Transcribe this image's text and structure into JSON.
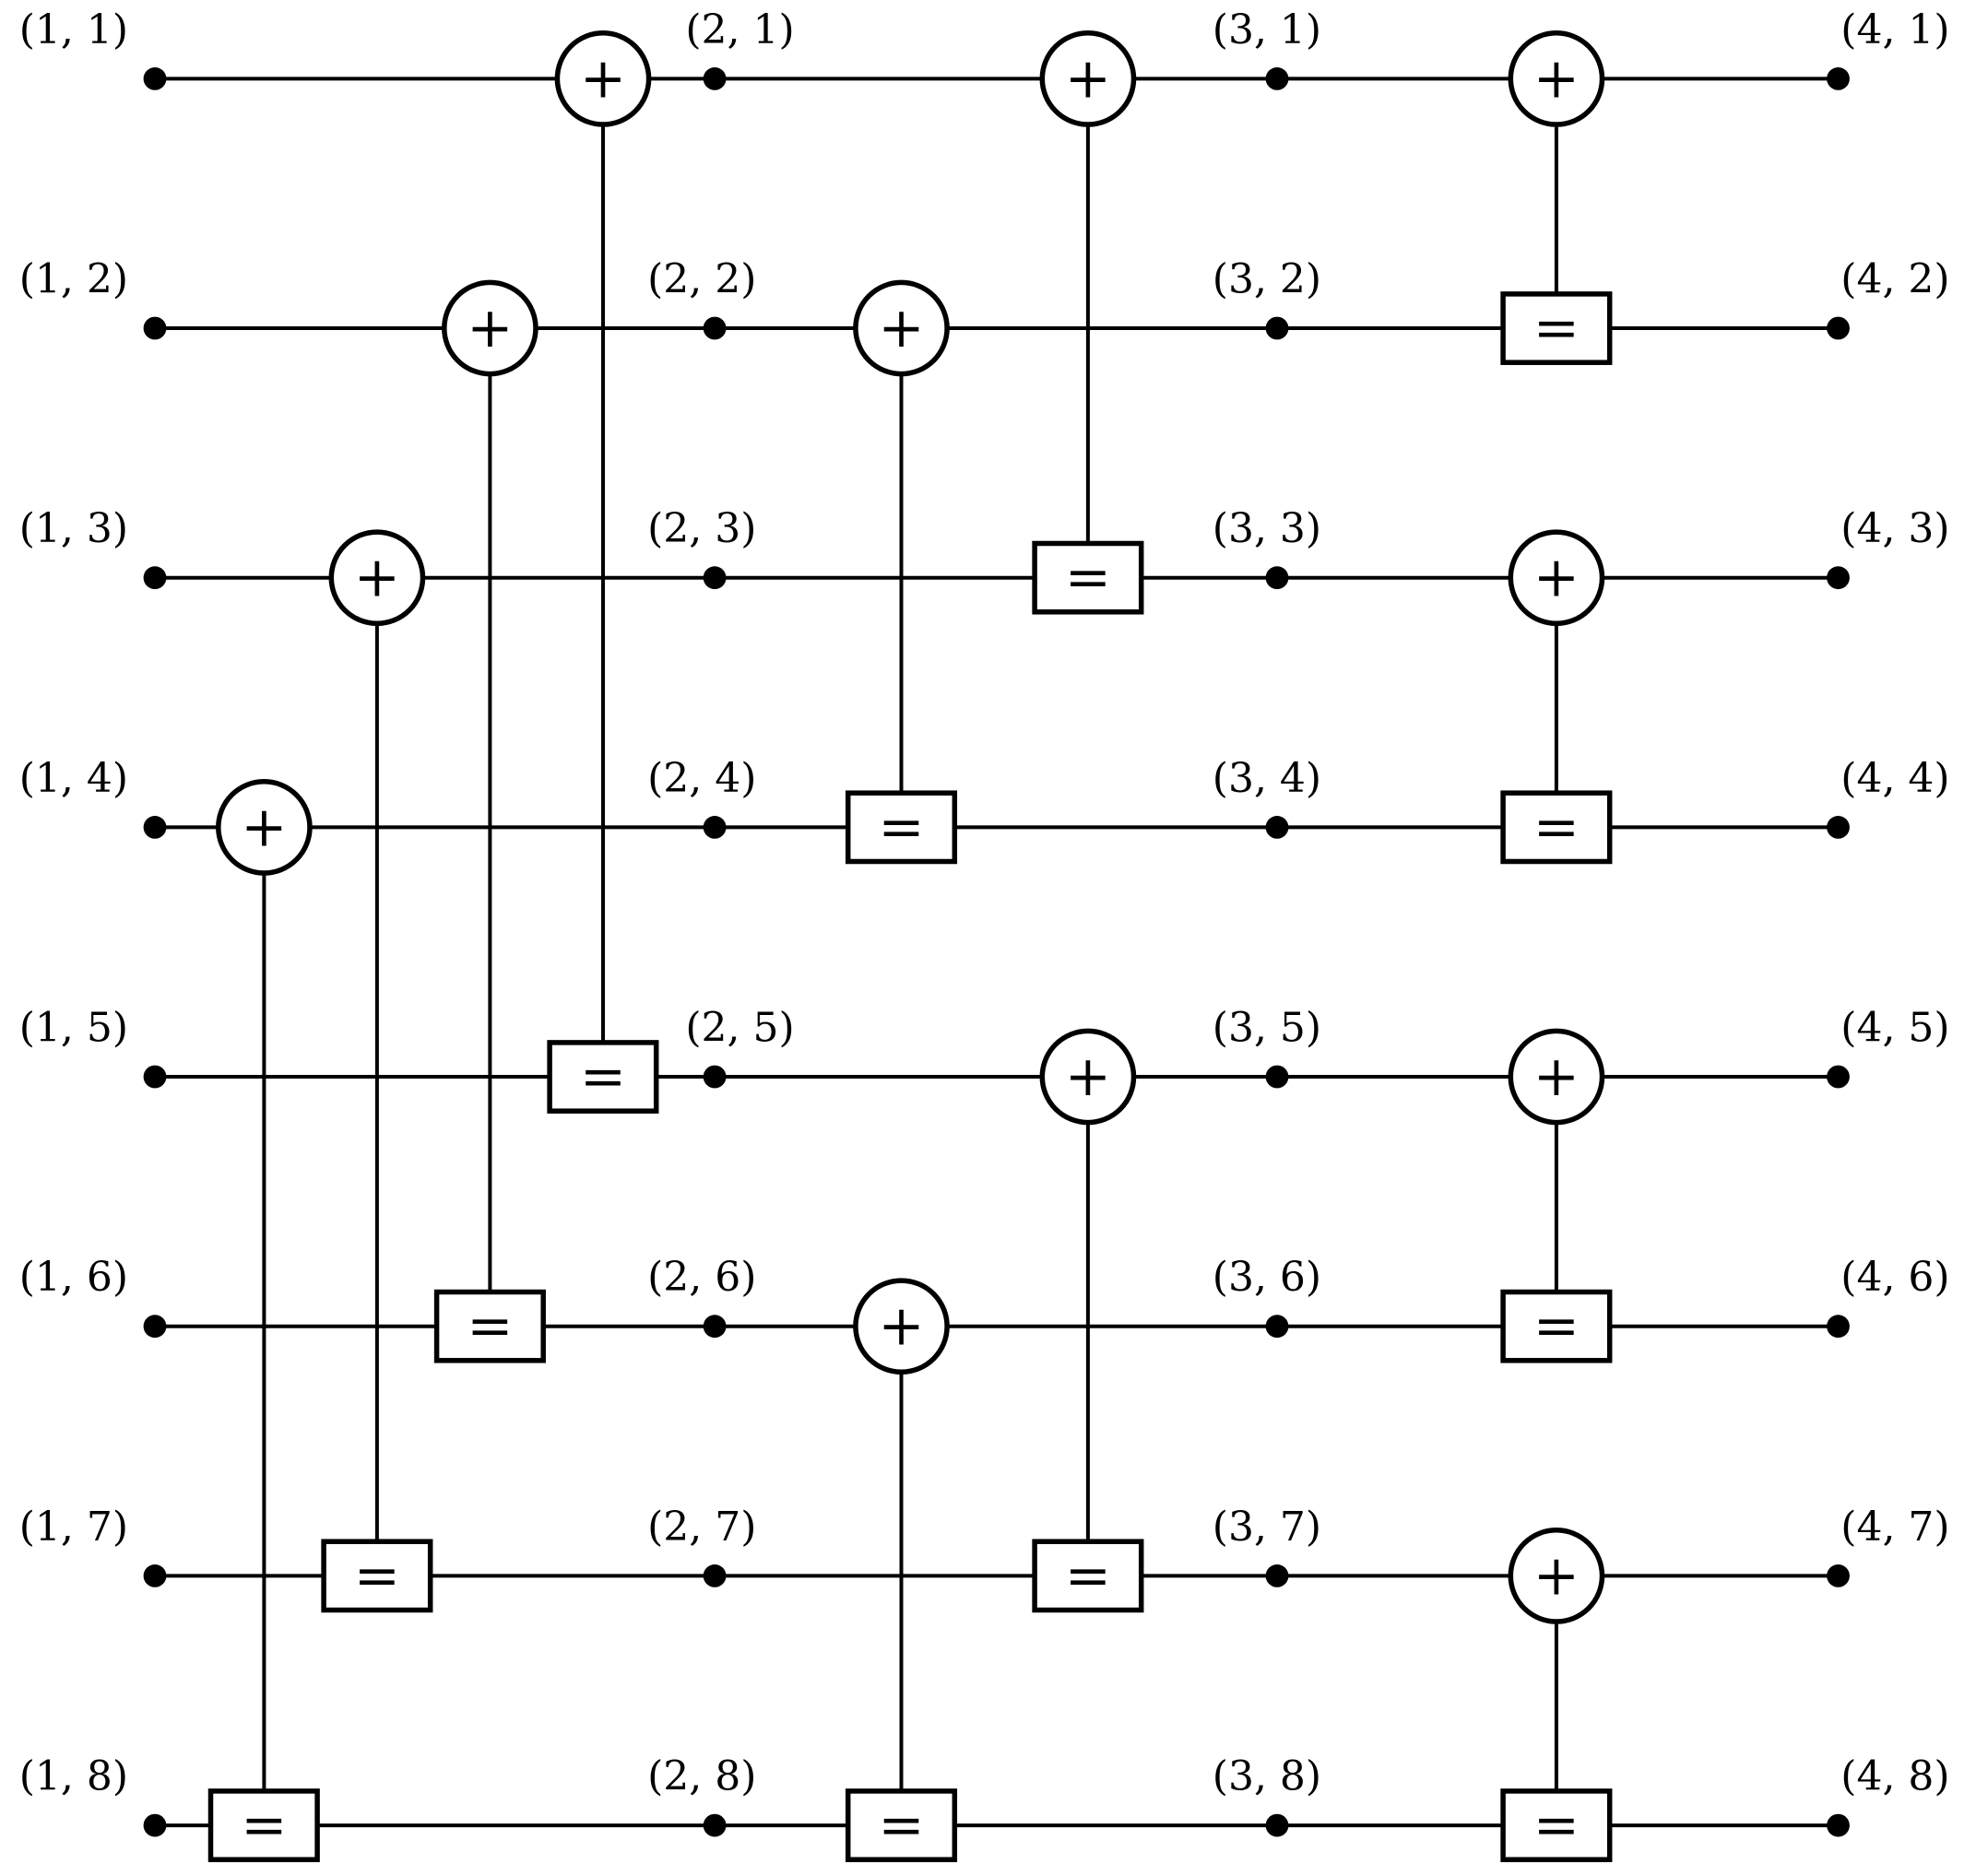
{
  "diagram": {
    "symbols": {
      "xor": "+",
      "eq": "="
    },
    "node_labels": [
      [
        "(1, 1)",
        "(1, 2)",
        "(1, 3)",
        "(1, 4)",
        "(1, 5)",
        "(1, 6)",
        "(1, 7)",
        "(1, 8)"
      ],
      [
        "(2, 1)",
        "(2, 2)",
        "(2, 3)",
        "(2, 4)",
        "(2, 5)",
        "(2, 6)",
        "(2, 7)",
        "(2, 8)"
      ],
      [
        "(3, 1)",
        "(3, 2)",
        "(3, 3)",
        "(3, 4)",
        "(3, 5)",
        "(3, 6)",
        "(3, 7)",
        "(3, 8)"
      ],
      [
        "(4, 1)",
        "(4, 2)",
        "(4, 3)",
        "(4, 4)",
        "(4, 5)",
        "(4, 6)",
        "(4, 7)",
        "(4, 8)"
      ]
    ],
    "stages": [
      {
        "from_column": 1,
        "to_column": 2,
        "gates": [
          {
            "xor_row": 4,
            "eq_row": 8
          },
          {
            "xor_row": 3,
            "eq_row": 7
          },
          {
            "xor_row": 2,
            "eq_row": 6
          },
          {
            "xor_row": 1,
            "eq_row": 5
          }
        ]
      },
      {
        "from_column": 2,
        "to_column": 3,
        "gates": [
          {
            "xor_row": 2,
            "eq_row": 4
          },
          {
            "xor_row": 6,
            "eq_row": 8
          },
          {
            "xor_row": 1,
            "eq_row": 3
          },
          {
            "xor_row": 5,
            "eq_row": 7
          }
        ]
      },
      {
        "from_column": 3,
        "to_column": 4,
        "gates": [
          {
            "xor_row": 1,
            "eq_row": 2
          },
          {
            "xor_row": 3,
            "eq_row": 4
          },
          {
            "xor_row": 5,
            "eq_row": 6
          },
          {
            "xor_row": 7,
            "eq_row": 8
          }
        ]
      }
    ]
  }
}
